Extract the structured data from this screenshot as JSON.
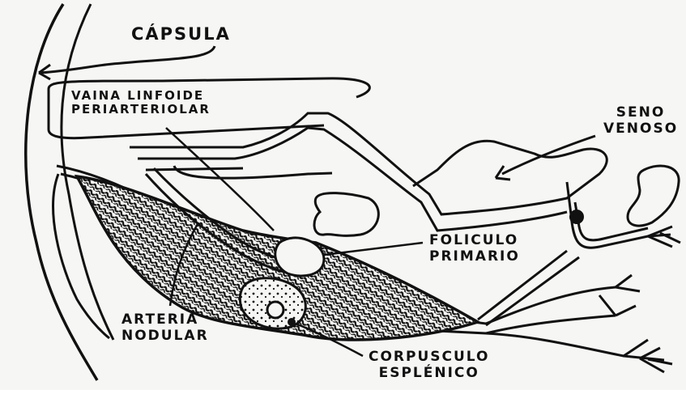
{
  "diagram": {
    "labels": {
      "capsula": "CÁPSULA",
      "vaina_line1": "VAINA LINFOIDE",
      "vaina_line2": "PERIARTERIOLAR",
      "seno_line1": "SENO",
      "seno_line2": "VENOSO",
      "foliculo_line1": "FOLICULO",
      "foliculo_line2": "PRIMARIO",
      "arteria_line1": "ARTERIA",
      "arteria_line2": "NODULAR",
      "corpusculo_line1": "CORPUSCULO",
      "corpusculo_line2": "ESPLÉNICO"
    },
    "colors": {
      "ink": "#111111",
      "paper": "#f6f6f4"
    }
  }
}
